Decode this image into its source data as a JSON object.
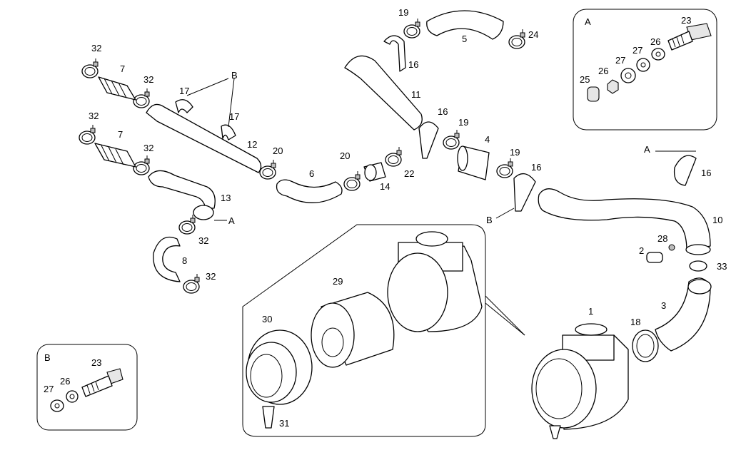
{
  "diagram": {
    "inset_A_label": "A",
    "inset_B_label": "B",
    "callout_A": "A",
    "callout_B": "B",
    "parts": {
      "p1": "1",
      "p2": "2",
      "p3": "3",
      "p4": "4",
      "p5": "5",
      "p6": "6",
      "p7a": "7",
      "p7b": "7",
      "p8": "8",
      "p10": "10",
      "p11": "11",
      "p12": "12",
      "p13": "13",
      "p14": "14",
      "p16a": "16",
      "p16b": "16",
      "p16c": "16",
      "p16d": "16",
      "p17a": "17",
      "p17b": "17",
      "p18": "18",
      "p19a": "19",
      "p19b": "19",
      "p19c": "19",
      "p20a": "20",
      "p20b": "20",
      "p22": "22",
      "p23a": "23",
      "p23b": "23",
      "p24": "24",
      "p25": "25",
      "p26a": "26",
      "p26b": "26",
      "p26c": "26",
      "p27a": "27",
      "p27b": "27",
      "p27c": "27",
      "p28": "28",
      "p29": "29",
      "p30": "30",
      "p31": "31",
      "p32a": "32",
      "p32b": "32",
      "p32c": "32",
      "p32d": "32",
      "p32e": "32",
      "p32f": "32",
      "p33": "33"
    }
  }
}
